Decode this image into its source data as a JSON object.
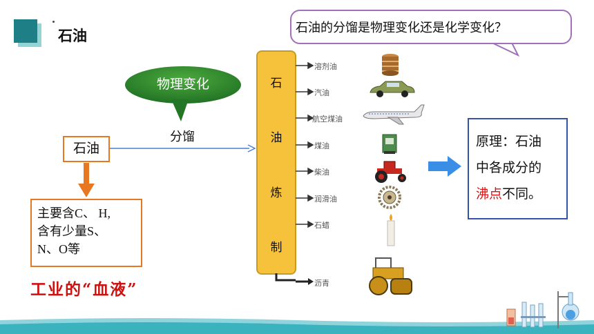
{
  "header": {
    "title": "石油"
  },
  "question": {
    "text": "石油的分馏是物理变化还是化学变化？"
  },
  "green_bubble": {
    "text": "物理变化"
  },
  "process_label": "分馏",
  "source_box": {
    "text": "石油"
  },
  "composition": {
    "line1": "主要含C、 H,",
    "line2": "含有少量S、",
    "line3": "N、O等"
  },
  "blood_label": "工业的“血液”",
  "column_chars": [
    "石",
    "油",
    "炼",
    "制"
  ],
  "products": [
    {
      "label": "溶剂油",
      "icon": "barrel-stack-icon"
    },
    {
      "label": "汽油",
      "icon": "car-icon"
    },
    {
      "label": "航空煤油",
      "icon": "airplane-icon"
    },
    {
      "label": "煤油",
      "icon": "kerosene-stove-icon"
    },
    {
      "label": "柴油",
      "icon": "tractor-icon"
    },
    {
      "label": "润滑油",
      "icon": "gear-icon"
    },
    {
      "label": "石蜡",
      "icon": "candle-icon"
    },
    {
      "label": "沥青",
      "icon": "road-roller-icon"
    }
  ],
  "principle": {
    "line1": "原理：石油",
    "line2": "中各成分的",
    "highlight": "沸点",
    "line3_rest": "不同。"
  },
  "colors": {
    "teal": "#1f7f86",
    "orange": "#e87722",
    "green": "#2e8b2e",
    "column": "#f7c23b",
    "blue_arrow": "#3a8ee6",
    "red": "#e01010",
    "navy": "#3550a8"
  }
}
